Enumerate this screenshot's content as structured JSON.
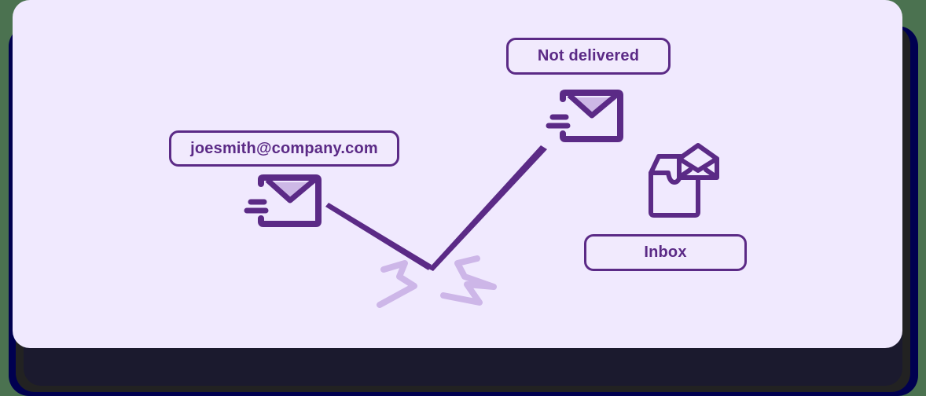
{
  "diagram": {
    "sender_label": "joesmith@company.com",
    "failed_label": "Not delivered",
    "inbox_label": "Inbox"
  },
  "icons": {
    "sender": "sending-envelope-icon",
    "failed": "sending-envelope-icon",
    "inbox": "inbox-tray-with-open-envelope-icon",
    "impact": "zigzag-spark-icon"
  },
  "colors": {
    "card_bg": "#f0e9fe",
    "stroke": "#5b2a86",
    "accent_light": "#cdb8e6",
    "spark": "#cdb6e8"
  }
}
